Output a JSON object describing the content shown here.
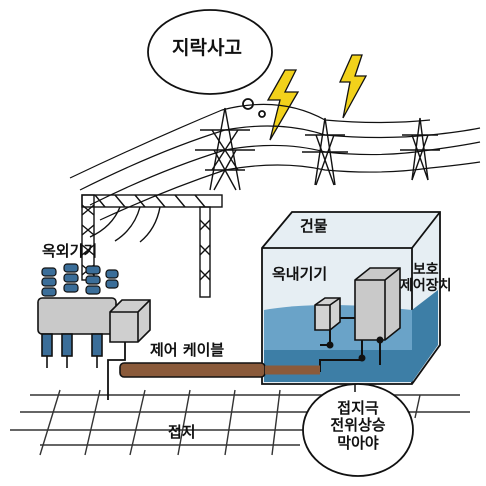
{
  "labels": {
    "lightning_accident": "지락사고",
    "building": "건물",
    "outdoor_equipment": "옥외기기",
    "indoor_equipment": "옥내기기",
    "protection_control_line1": "보호",
    "protection_control_line2": "제어장치",
    "control_cable": "제어 케이블",
    "ground": "접지",
    "note_line1": "접지극",
    "note_line2": "전위상승",
    "note_line3": "막아야"
  },
  "colors": {
    "line": "#1a1a1a",
    "lightning": "#f2d21b",
    "building_glass": "#dbe7ee",
    "water": "#3d7ea6",
    "water_light": "#6aa3c8",
    "cable": "#8a5a3a",
    "equipment": "#c9c9c9",
    "insulator": "#3b6e99"
  },
  "icons": [
    "lightning-bolt-icon",
    "transmission-tower-icon",
    "insulator-icon"
  ]
}
